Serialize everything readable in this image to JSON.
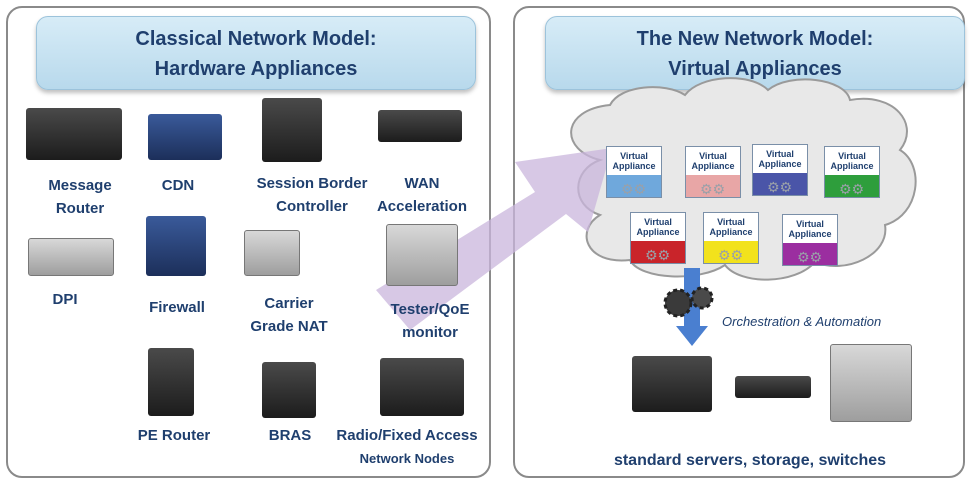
{
  "left": {
    "title_line1": "Classical Network Model:",
    "title_line2": "Hardware Appliances",
    "devices": [
      {
        "name": "message-router",
        "label": [
          "Message",
          "Router"
        ]
      },
      {
        "name": "cdn",
        "label": [
          "CDN"
        ]
      },
      {
        "name": "session-border-controller",
        "label": [
          "Session Border",
          "Controller"
        ]
      },
      {
        "name": "wan-acceleration",
        "label": [
          "WAN",
          "Acceleration"
        ]
      },
      {
        "name": "dpi",
        "label": [
          "DPI"
        ]
      },
      {
        "name": "firewall",
        "label": [
          "Firewall"
        ]
      },
      {
        "name": "carrier-grade-nat",
        "label": [
          "Carrier",
          "Grade NAT"
        ]
      },
      {
        "name": "tester-qoe-monitor",
        "label": [
          "Tester/QoE",
          "monitor"
        ]
      },
      {
        "name": "pe-router",
        "label": [
          "PE Router"
        ]
      },
      {
        "name": "bras",
        "label": [
          "BRAS"
        ]
      },
      {
        "name": "radio-fixed-access",
        "label": [
          "Radio/Fixed Access",
          "Network Nodes"
        ]
      }
    ]
  },
  "right": {
    "title_line1": "The New Network Model:",
    "title_line2": "Virtual Appliances",
    "virtual_appliance_label": [
      "Virtual",
      "Appliance"
    ],
    "appliance_colors": [
      "#6fa8dc",
      "#e8a6a6",
      "#4a55a8",
      "#2e9e3c",
      "#c9242a",
      "#f2e21c",
      "#9b2ea0"
    ],
    "orchestration": "Orchestration & Automation",
    "footer": "standard servers, storage, switches"
  },
  "colors": {
    "title_text": "#1f3f6e",
    "arrow": "#c9b6dc"
  }
}
